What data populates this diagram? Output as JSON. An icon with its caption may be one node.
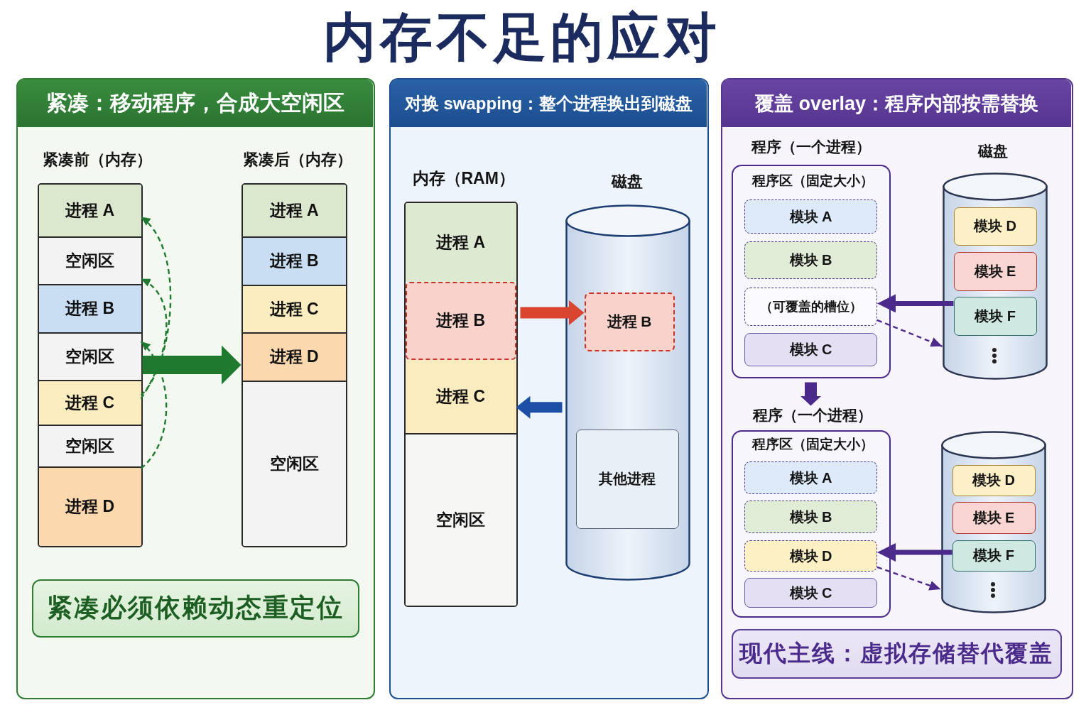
{
  "diagram": {
    "title": "内存不足的应对",
    "nodes": [
      {
        "text": [
          "紧凑：移动程序，合成大空闲区"
        ]
      },
      {
        "text": [
          "紧凑前（内存）"
        ],
        "in": 0
      },
      {
        "text": [
          "进程 A"
        ],
        "in": 1
      },
      {
        "text": [
          "空闲区"
        ],
        "in": 1
      },
      {
        "text": [
          "进程 B"
        ],
        "in": 1
      },
      {
        "text": [
          "空闲区"
        ],
        "in": 1
      },
      {
        "text": [
          "进程 C"
        ],
        "in": 1
      },
      {
        "text": [
          "空闲区"
        ],
        "in": 1
      },
      {
        "text": [
          "进程 D"
        ],
        "in": 1
      },
      {
        "text": [
          "紧凑后（内存）"
        ],
        "in": 0
      },
      {
        "text": [
          "进程 A"
        ],
        "in": 9
      },
      {
        "text": [
          "进程 B"
        ],
        "in": 9
      },
      {
        "text": [
          "进程 C"
        ],
        "in": 9
      },
      {
        "text": [
          "进程 D"
        ],
        "in": 9
      },
      {
        "text": [
          "空闲区"
        ],
        "in": 9
      },
      {
        "text": [
          "紧凑必须依赖动态重定位"
        ],
        "in": 0
      },
      {
        "text": [
          "对换 swapping：整个进程换出到磁盘"
        ]
      },
      {
        "text": [
          "内存（RAM）"
        ],
        "in": 16
      },
      {
        "text": [
          "进程 A"
        ],
        "in": 17
      },
      {
        "text": [
          "进程 B"
        ],
        "in": 17
      },
      {
        "text": [
          "进程 C"
        ],
        "in": 17
      },
      {
        "text": [
          "空闲区"
        ],
        "in": 17
      },
      {
        "text": [
          "磁盘"
        ],
        "in": 16
      },
      {
        "text": [
          "进程 B"
        ],
        "in": 22
      },
      {
        "text": [
          "其他进程"
        ],
        "in": 22
      },
      {
        "text": [
          "覆盖 overlay：程序内部按需替换"
        ]
      },
      {
        "text": [
          "程序（一个进程）",
          "程序区（固定大小）"
        ],
        "in": 25
      },
      {
        "text": [
          "模块 A"
        ],
        "in": 26
      },
      {
        "text": [
          "模块 B"
        ],
        "in": 26
      },
      {
        "text": [
          "（可覆盖的槽位）"
        ],
        "in": 26
      },
      {
        "text": [
          "模块 C"
        ],
        "in": 26
      },
      {
        "text": [
          "磁盘"
        ],
        "in": 25
      },
      {
        "text": [
          "模块 D"
        ],
        "in": 31
      },
      {
        "text": [
          "模块 E"
        ],
        "in": 31
      },
      {
        "text": [
          "模块 F"
        ],
        "in": 31
      },
      {
        "text": [
          "程序（一个进程）",
          "程序区（固定大小）"
        ],
        "in": 25
      },
      {
        "text": [
          "模块 A"
        ],
        "in": 35
      },
      {
        "text": [
          "模块 B"
        ],
        "in": 35
      },
      {
        "text": [
          "模块 D"
        ],
        "in": 35
      },
      {
        "text": [
          "模块 C"
        ],
        "in": 35
      },
      {
        "text": [],
        "shape": "cylinder",
        "in": 25
      },
      {
        "text": [
          "模块 D"
        ],
        "in": 40
      },
      {
        "text": [
          "模块 E"
        ],
        "in": 40
      },
      {
        "text": [
          "模块 F"
        ],
        "in": 40
      },
      {
        "text": [
          "现代主线：虚拟存储替代覆盖"
        ],
        "in": 25
      }
    ],
    "edges": [
      {
        "from": 6,
        "to": 2,
        "arrow": "to",
        "style": "dashed",
        "color": "#1f7a30"
      },
      {
        "from": 6,
        "to": 3,
        "arrow": "to",
        "style": "dashed",
        "color": "#1f7a30"
      },
      {
        "from": 8,
        "to": 5,
        "arrow": "to",
        "style": "dashed",
        "color": "#1f7a30"
      },
      {
        "from": 1,
        "to": 9,
        "arrow": "to",
        "style": "thick",
        "color": "#1f7a30"
      },
      {
        "from": 19,
        "to": 23,
        "arrow": "to",
        "style": "thick",
        "color": "#d9452f"
      },
      {
        "from": 22,
        "to": 20,
        "arrow": "to",
        "style": "thick",
        "color": "#1d4fa6"
      },
      {
        "from": 34,
        "to": 29,
        "arrow": "to"
      },
      {
        "from": 29,
        "to": 31,
        "arrow": "to",
        "style": "dashed"
      },
      {
        "from": 26,
        "to": 35,
        "arrow": "to",
        "style": "thick"
      },
      {
        "from": 43,
        "to": 38,
        "arrow": "to"
      },
      {
        "from": 38,
        "to": 40,
        "arrow": "to",
        "style": "dashed"
      }
    ]
  }
}
